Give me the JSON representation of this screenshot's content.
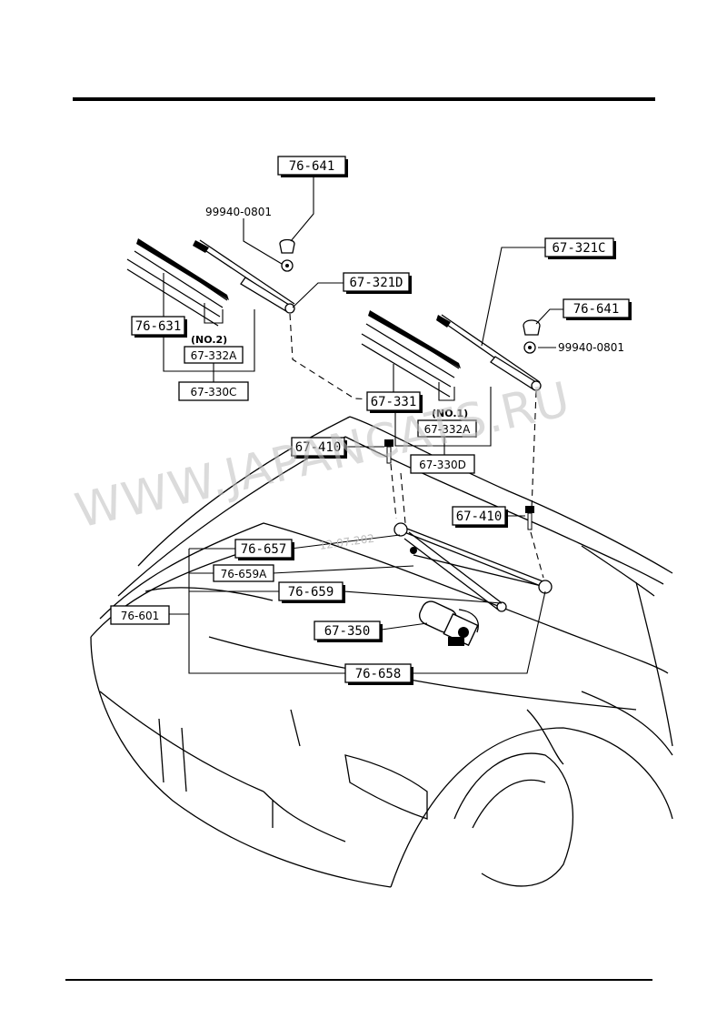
{
  "callouts": {
    "top_cap": "76-641",
    "nut_left": "99940-0801",
    "arm_left": "67-321D",
    "arm_right": "67-321C",
    "cap_right": "76-641",
    "nut_right": "99940-0801",
    "blade_left": "76-631",
    "no2": "(NO.2)",
    "rubber_left": "67-332A",
    "blade_asm_left": "67-330C",
    "blade_right": "67-331",
    "no1": "(NO.1)",
    "rubber_right": "67-332A",
    "blade_asm_right": "67-330D",
    "bolt_left": "67-410",
    "bolt_right": "67-410",
    "link_657": "76-657",
    "link_659a": "76-659A",
    "link_659": "76-659",
    "linkage_asm": "76-601",
    "motor": "67-350",
    "pivot_658": "76-658"
  },
  "watermark": {
    "text": "WWW.JAPANCATS.RU",
    "date": "12.07.202"
  }
}
